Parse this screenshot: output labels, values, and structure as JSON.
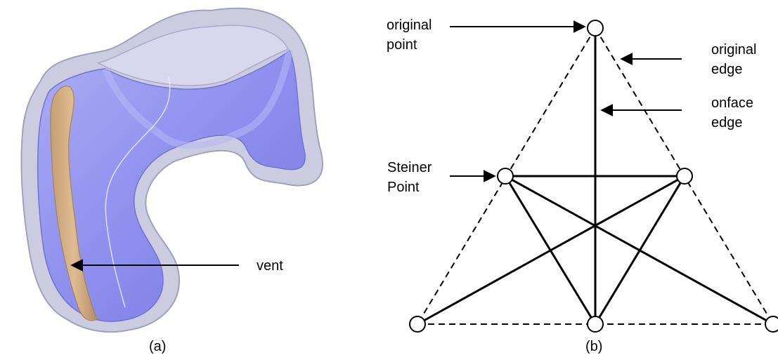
{
  "panel_a": {
    "caption": "(a)",
    "annotation": "vent"
  },
  "panel_b": {
    "caption": "(b)",
    "labels": {
      "original_point_line1": "original",
      "original_point_line2": "point",
      "original_edge_line1": "original",
      "original_edge_line2": "edge",
      "onface_edge_line1": "onface",
      "onface_edge_line2": "edge",
      "steiner_point_line1": "Steiner",
      "steiner_point_line2": "Point"
    }
  },
  "colors": {
    "outer_shell": "#c7c8dd",
    "inner_surface": "#8d8ef0",
    "vent": "#d9b27a",
    "ink": "#000000",
    "node_fill": "#ffffff"
  }
}
